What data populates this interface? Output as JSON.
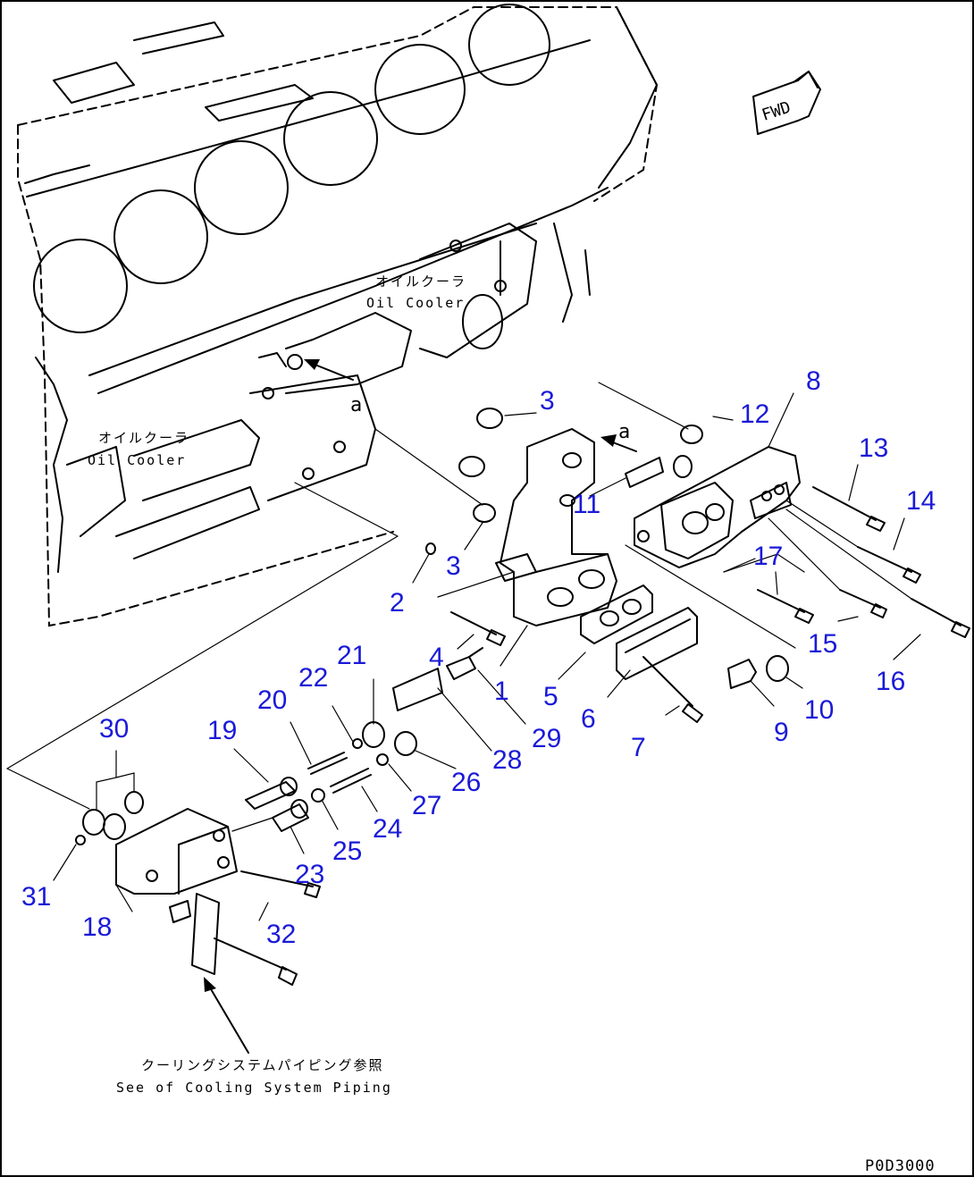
{
  "notes": {
    "oil_cooler_jp_upper": "オイルクーラ",
    "oil_cooler_en_upper": "Oil Cooler",
    "oil_cooler_jp_lower": "オイルクーラ",
    "oil_cooler_en_lower": "Oil Cooler",
    "piping_jp": "クーリングシステムパイピング参照",
    "piping_en": "See of Cooling System Piping",
    "arrow_mark_a_1": "a",
    "arrow_mark_a_2": "a",
    "fwd": "FWD",
    "drawing_code": "P0D3000"
  },
  "callouts": [
    "1",
    "2",
    "3",
    "3",
    "4",
    "5",
    "6",
    "7",
    "8",
    "9",
    "10",
    "11",
    "12",
    "13",
    "14",
    "15",
    "16",
    "17",
    "18",
    "19",
    "20",
    "21",
    "22",
    "23",
    "24",
    "25",
    "26",
    "27",
    "28",
    "29",
    "30",
    "31",
    "32"
  ],
  "colors": {
    "callout": "#1a1ad8",
    "line": "#000000",
    "background": "#ffffff"
  }
}
